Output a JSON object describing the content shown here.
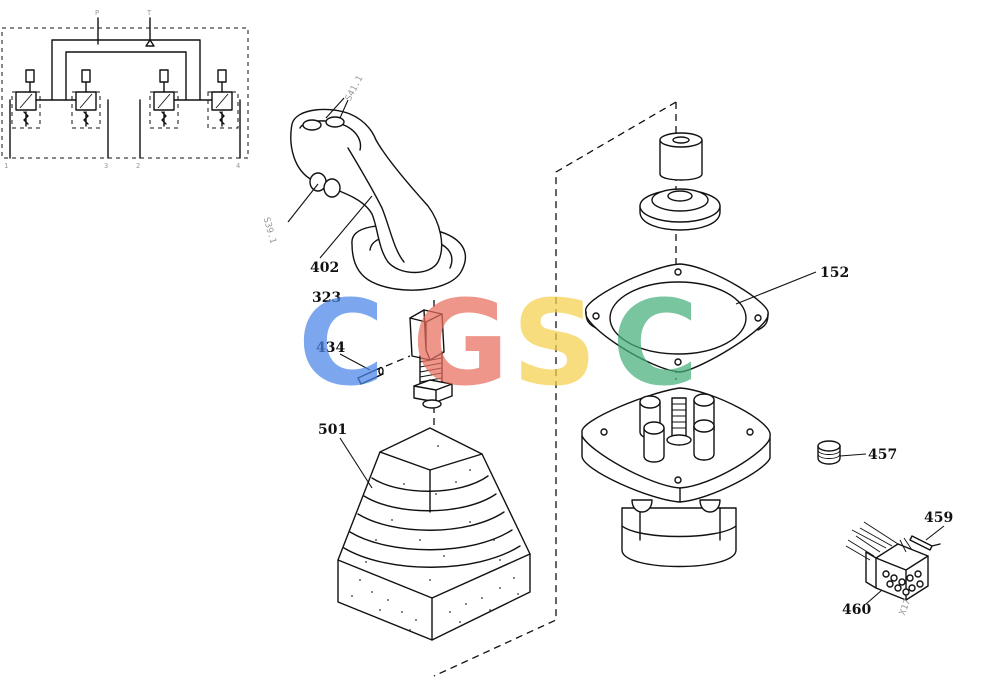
{
  "labels": {
    "p152": "152",
    "p323": "323",
    "p402": "402",
    "p434": "434",
    "p457": "457",
    "p459": "459",
    "p460": "460",
    "p501": "501",
    "s41": "S41.1",
    "s39": "S39.1",
    "x17": "X17"
  },
  "schematic_ports": {
    "top_left": "P",
    "top_right": "T",
    "bottom_1": "1",
    "bottom_3": "3",
    "bottom_2": "2",
    "bottom_4": "4"
  },
  "watermark": {
    "letters": [
      "C",
      "G",
      "S",
      "C"
    ],
    "colors": [
      "#4a86e8",
      "#ea6e5e",
      "#f6d04d",
      "#45b07b"
    ]
  }
}
